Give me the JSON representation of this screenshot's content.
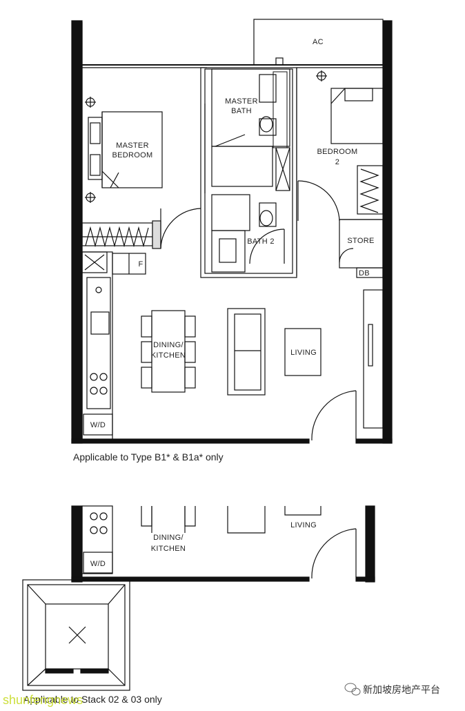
{
  "rooms": {
    "ac": "AC",
    "master_bath_l1": "MASTER",
    "master_bath_l2": "BATH",
    "master_bedroom_l1": "MASTER",
    "master_bedroom_l2": "BEDROOM",
    "bedroom2_l1": "BEDROOM",
    "bedroom2_l2": "2",
    "bath2": "BATH 2",
    "store": "STORE",
    "db": "DB",
    "fridge": "F",
    "dining_l1": "DINING/",
    "dining_l2": "KITCHEN",
    "living": "LIVING",
    "wd": "W/D"
  },
  "lower": {
    "dining_l1": "DINING/",
    "dining_l2": "KITCHEN",
    "living": "LIVING",
    "wd": "W/D"
  },
  "captions": {
    "plan_a": "Applicable to Type B1* & B1a* only",
    "plan_b": "Applicable to Stack 02 & 03 only"
  },
  "watermark": {
    "text": "新加坡房地产平台",
    "overlay": "shunfengnews"
  }
}
